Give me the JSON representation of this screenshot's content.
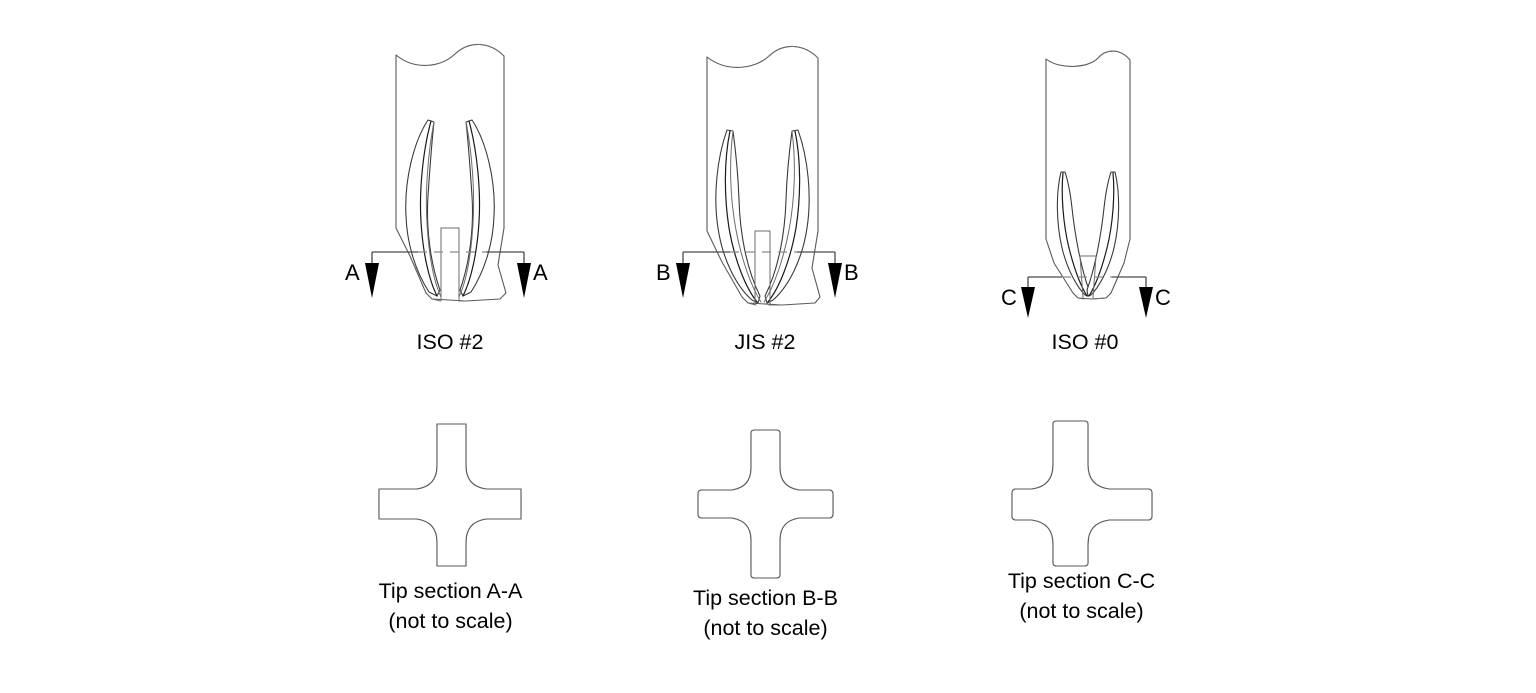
{
  "figure": {
    "background_color": "#ffffff",
    "line_color": "#5a5a5a",
    "accent_color": "#000000",
    "kind": "engineering-drawing",
    "subject": "Cross-head screwdriver tip profiles and tip cross sections"
  },
  "tips": [
    {
      "id": "iso2",
      "name": "ISO #2",
      "section_letter": "A",
      "section_label_left": "A",
      "section_label_right": "A"
    },
    {
      "id": "jis2",
      "name": "JIS #2",
      "section_letter": "B",
      "section_label_left": "B",
      "section_label_right": "B"
    },
    {
      "id": "iso0",
      "name": "ISO #0",
      "section_letter": "C",
      "section_label_left": "C",
      "section_label_right": "C"
    }
  ],
  "sections": [
    {
      "id": "sec-aa",
      "title": "Tip section A-A",
      "subtitle": "(not to scale)"
    },
    {
      "id": "sec-bb",
      "title": "Tip section B-B",
      "subtitle": "(not to scale)"
    },
    {
      "id": "sec-cc",
      "title": "Tip section C-C",
      "subtitle": "(not to scale)"
    }
  ]
}
